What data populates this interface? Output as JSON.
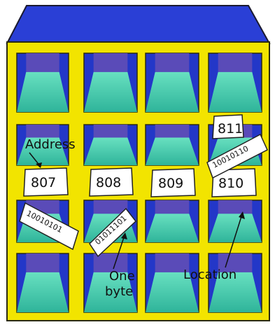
{
  "colors": {
    "roof": "#2a3fd6",
    "frame": "#f2e400",
    "frame_edge": "#2a2a10",
    "cell_back": "#2337c8",
    "cell_floor": "#4fd3b2",
    "cell_top": "#5a4bb8",
    "paper": "#ffffff"
  },
  "addresses": [
    "807",
    "808",
    "809",
    "810",
    "811"
  ],
  "bytes": {
    "b807": "10010101",
    "b808": "01011101",
    "b811": "10010110"
  },
  "labels": {
    "address": "Address",
    "one": "One",
    "byte": "byte",
    "location": "Location"
  }
}
